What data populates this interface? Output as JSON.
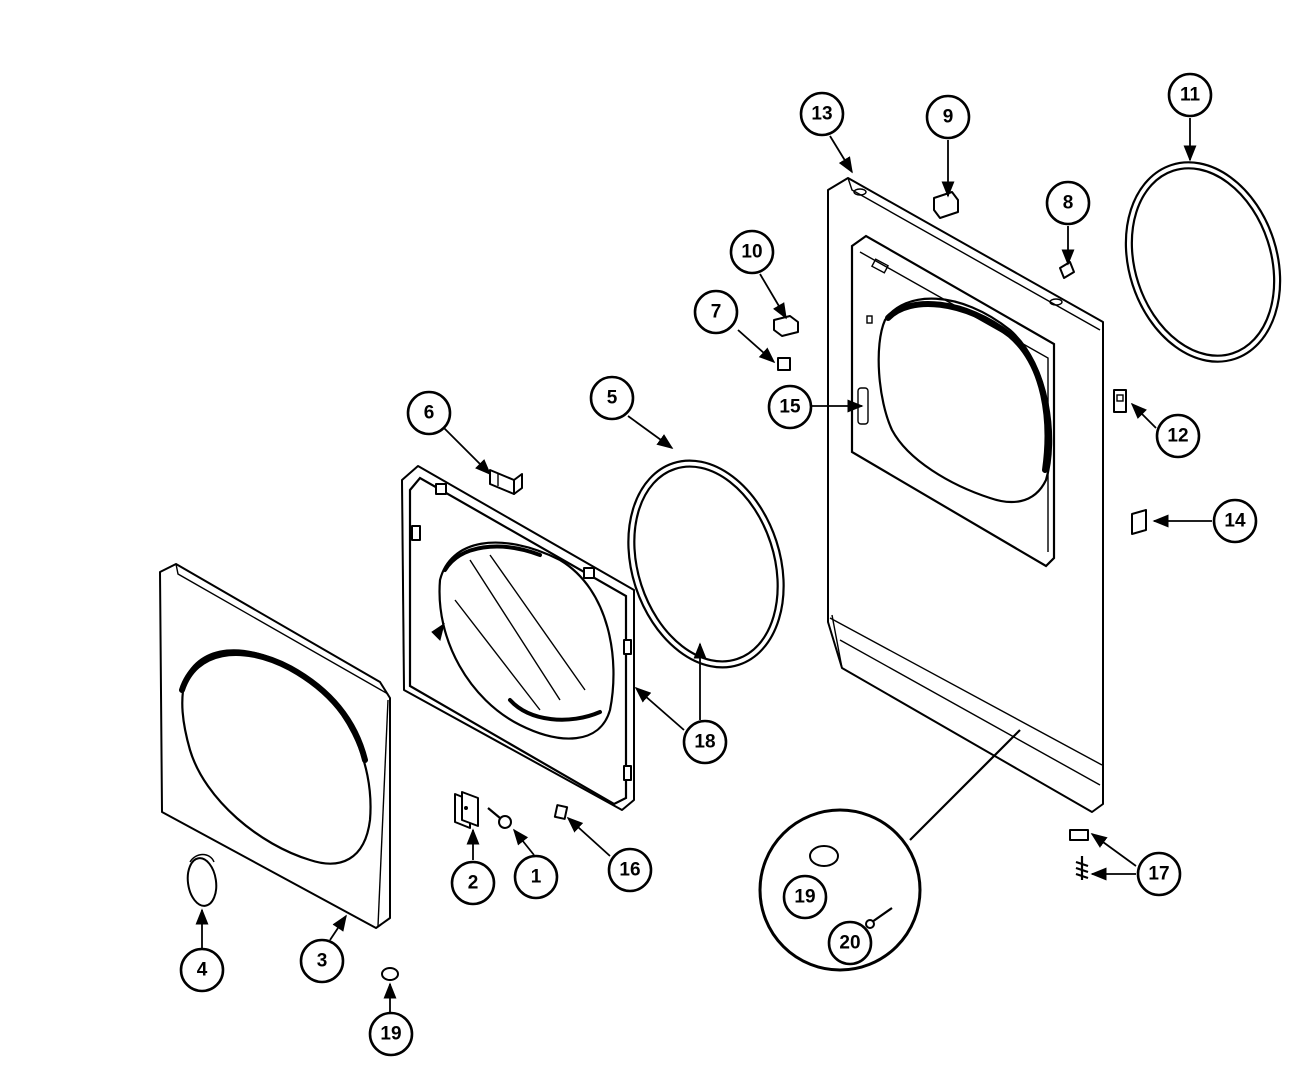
{
  "callouts": {
    "c1": "1",
    "c2": "2",
    "c3": "3",
    "c4": "4",
    "c5": "5",
    "c6": "6",
    "c7": "7",
    "c8": "8",
    "c9": "9",
    "c10": "10",
    "c11": "11",
    "c12": "12",
    "c13": "13",
    "c14": "14",
    "c15": "15",
    "c16": "16",
    "c17": "17",
    "c18": "18",
    "c19a": "19",
    "c19b": "19",
    "c20": "20"
  }
}
